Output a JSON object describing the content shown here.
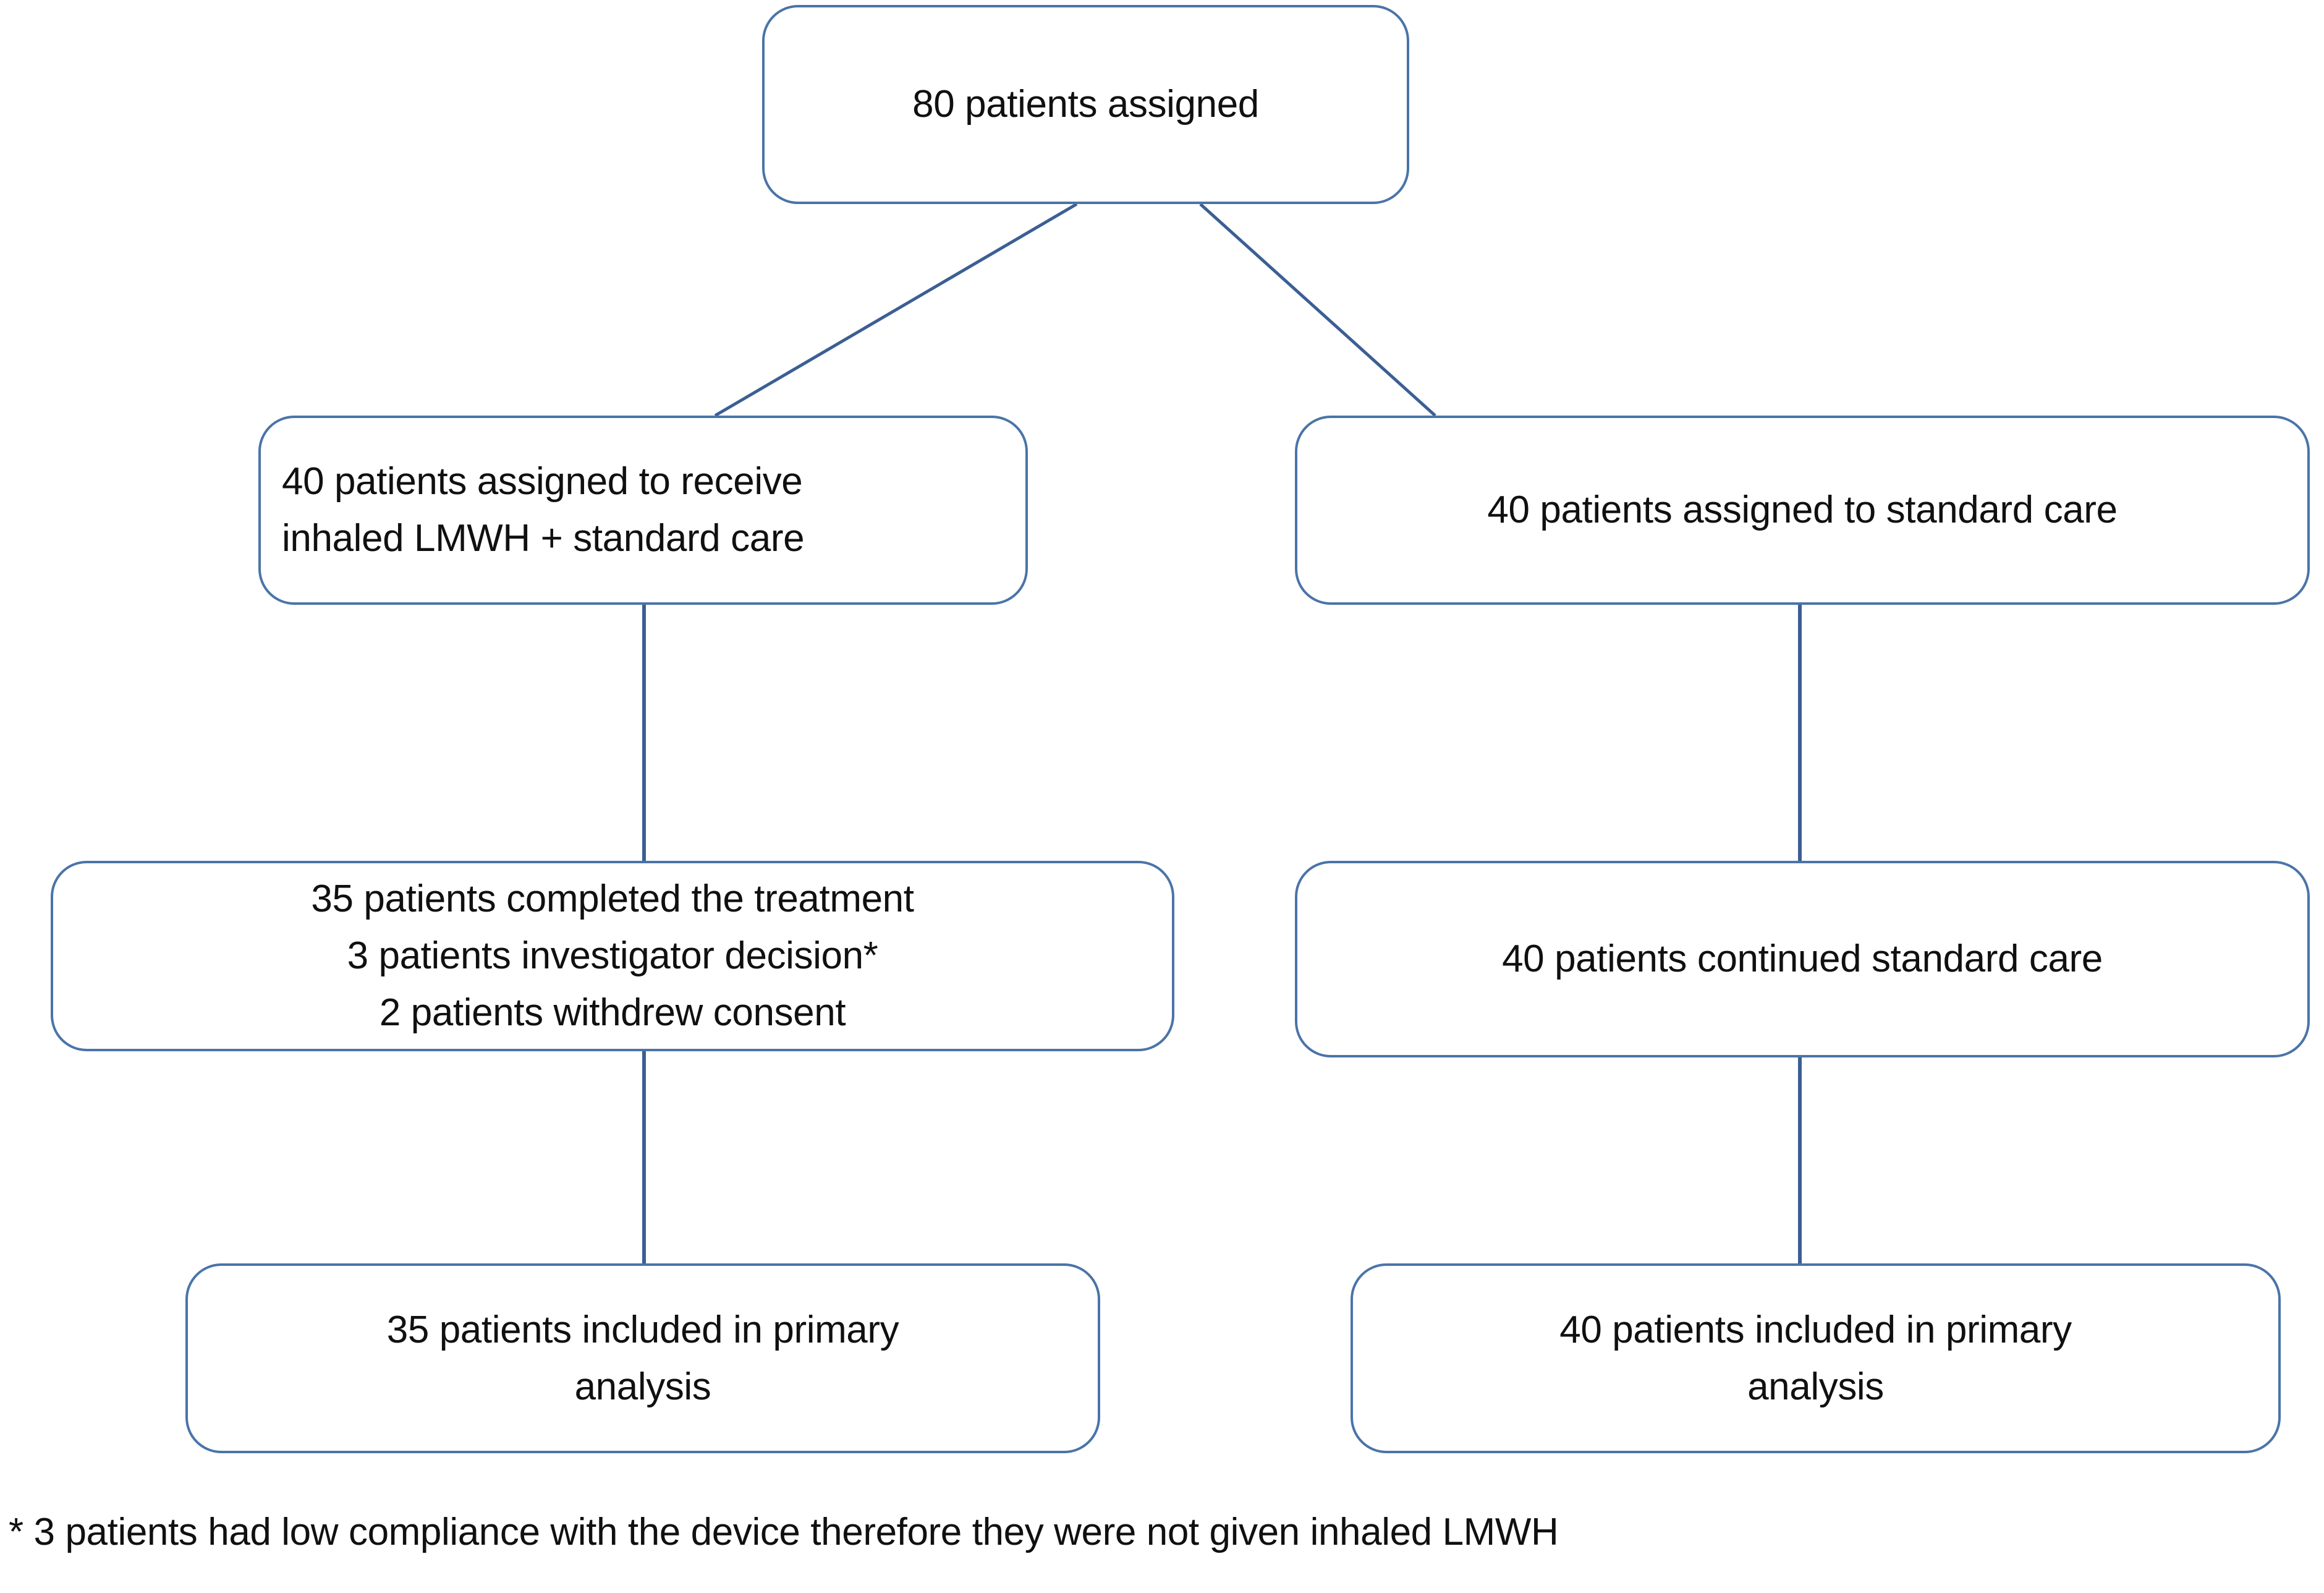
{
  "diagram": {
    "type": "consort-flow-diagram",
    "colors": {
      "node_border": "#4a74a8",
      "connector": "#3b5f94",
      "node_fill": "#ffffff",
      "text": "#101010",
      "background": "#ffffff"
    },
    "nodes": [
      {
        "id": "assigned",
        "name": "enrollment-box",
        "text": "80 patients assigned",
        "align": "center"
      },
      {
        "id": "lmwh_arm",
        "name": "intervention-allocation-box",
        "text": "40 patients assigned to receive\ninhaled LMWH + standard care",
        "align": "left"
      },
      {
        "id": "standard_arm",
        "name": "control-allocation-box",
        "text": "40 patients assigned to standard care",
        "align": "center"
      },
      {
        "id": "lmwh_followup",
        "name": "intervention-followup-box",
        "text": "35 patients completed the treatment\n3 patients investigator decision*\n2 patients withdrew consent",
        "align": "center"
      },
      {
        "id": "standard_followup",
        "name": "control-followup-box",
        "text": "40 patients continued standard care",
        "align": "center"
      },
      {
        "id": "lmwh_analysis",
        "name": "intervention-analysis-box",
        "text": "35 patients included in primary\nanalysis",
        "align": "center"
      },
      {
        "id": "standard_analysis",
        "name": "control-analysis-box",
        "text": "40 patients included in primary\nanalysis",
        "align": "center"
      }
    ],
    "connectors": [
      {
        "from": "assigned",
        "to": "lmwh_arm",
        "kind": "diagonal"
      },
      {
        "from": "assigned",
        "to": "standard_arm",
        "kind": "diagonal"
      },
      {
        "from": "lmwh_arm",
        "to": "lmwh_followup",
        "kind": "vertical"
      },
      {
        "from": "standard_arm",
        "to": "standard_followup",
        "kind": "vertical"
      },
      {
        "from": "lmwh_followup",
        "to": "lmwh_analysis",
        "kind": "vertical"
      },
      {
        "from": "standard_followup",
        "to": "standard_analysis",
        "kind": "vertical"
      }
    ],
    "footnote": "* 3 patients had low compliance with the device therefore they were not given inhaled LMWH"
  }
}
